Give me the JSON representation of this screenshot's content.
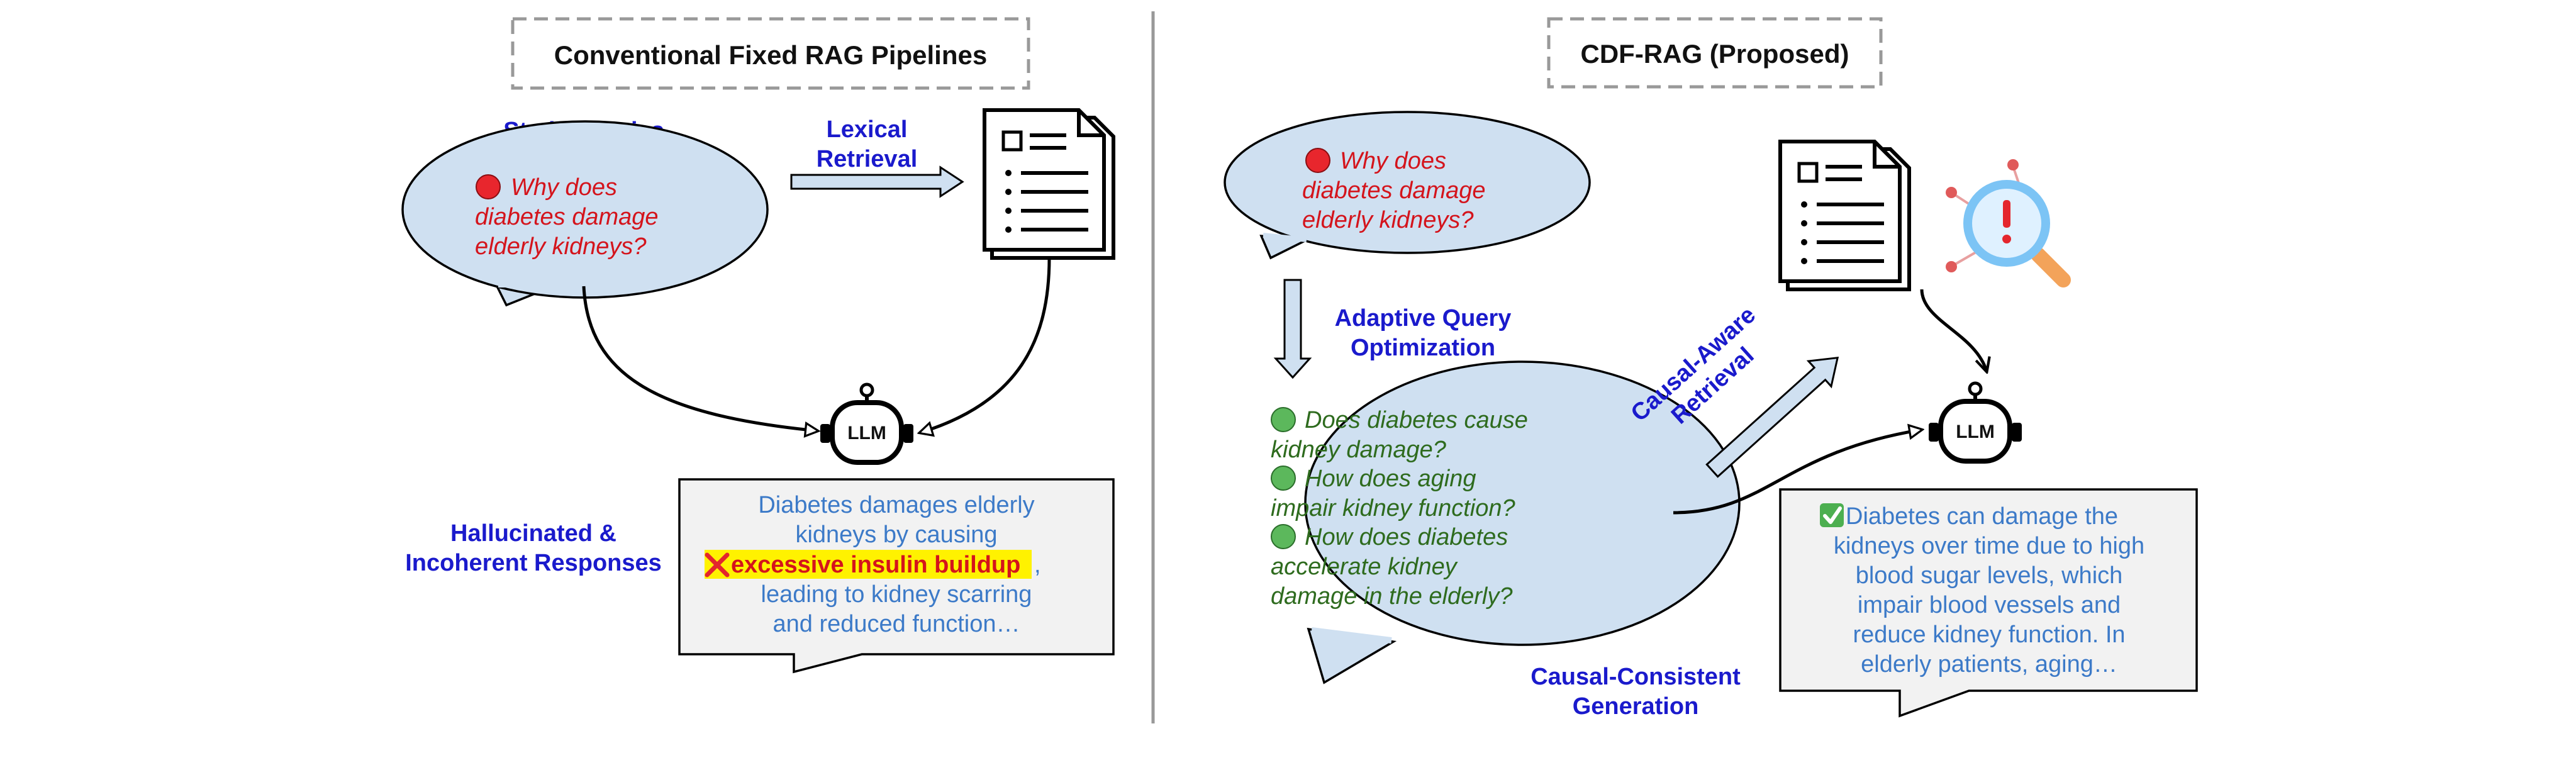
{
  "left_panel": {
    "title": "Conventional Fixed RAG Pipelines",
    "static_queries_label": "Static Queries",
    "question_lines": [
      "Why does",
      "diabetes damage",
      "elderly kidneys?"
    ],
    "lexical_label_lines": [
      "Lexical",
      "Retrieval"
    ],
    "llm_label": "LLM",
    "hallucinated_label_lines": [
      "Hallucinated &",
      "Incoherent Responses"
    ],
    "answer_lines": {
      "line1": "Diabetes damages elderly",
      "line2": "kidneys by causing",
      "highlight": "excessive insulin buildup",
      "line3_tail": ",",
      "line4": "leading to kidney scarring",
      "line5": "and reduced function…"
    }
  },
  "right_panel": {
    "title": "CDF-RAG (Proposed)",
    "question_lines": [
      "Why does",
      "diabetes damage",
      "elderly kidneys?"
    ],
    "adaptive_label_lines": [
      "Adaptive Query",
      "Optimization"
    ],
    "sub_questions": [
      [
        "Does diabetes cause",
        "kidney damage?"
      ],
      [
        "How does aging",
        "impair kidney function?"
      ],
      [
        "How does diabetes",
        "accelerate kidney",
        "damage in the elderly?"
      ]
    ],
    "causal_retrieval_label_lines": [
      "Causal-Aware",
      "Retrieval"
    ],
    "llm_label": "LLM",
    "answer_lines": [
      "Diabetes can damage the",
      "kidneys over time due to high",
      "blood sugar levels, which",
      "impair blood vessels and",
      "reduce kidney function. In",
      "elderly patients, aging…"
    ],
    "consistent_label_lines": [
      "Causal-Consistent",
      "Generation"
    ]
  },
  "icons": {
    "question_marker": "red-circle-icon",
    "sub_question_marker": "green-circle-icon",
    "wrong_marker": "red-cross-icon",
    "correct_marker": "green-check-icon",
    "document": "document-icon",
    "robot": "robot-icon",
    "magnifier": "magnifier-alert-icon"
  },
  "colors": {
    "bubble_fill": "#cfe0f1",
    "question_red": "#d4141c",
    "question_green": "#2e6b1e",
    "answer_blue": "#3c7ac8",
    "label_blue": "#1a1acc",
    "highlight": "#fff200",
    "answer_box_fill": "#f2f2f2"
  }
}
